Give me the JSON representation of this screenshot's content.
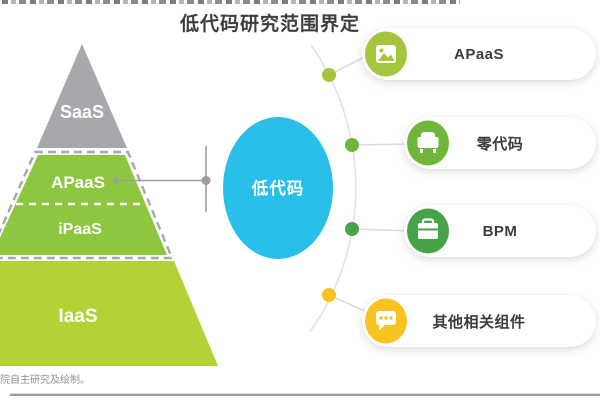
{
  "page": {
    "title": "低代码研究范围界定",
    "source_note": "院自主研究及绘制。"
  },
  "pyramid": {
    "layers": [
      {
        "label": "SaaS",
        "color": "#a6a8ab"
      },
      {
        "label": "APaaS",
        "color": "#8dc63f"
      },
      {
        "label": "iPaaS",
        "color": "#8dc63f"
      },
      {
        "label": "IaaS",
        "color": "#b2d235"
      }
    ]
  },
  "center_node": {
    "label": "低代码",
    "color": "#29bfe9"
  },
  "items": [
    {
      "label": "APaaS",
      "icon": "image-icon",
      "color": "#a4c63c"
    },
    {
      "label": "零代码",
      "icon": "armchair-icon",
      "color": "#6fb63a"
    },
    {
      "label": "BPM",
      "icon": "briefcase-icon",
      "color": "#47a347"
    },
    {
      "label": "其他相关组件",
      "icon": "chat-bubble-icon",
      "color": "#f6c320"
    }
  ]
}
